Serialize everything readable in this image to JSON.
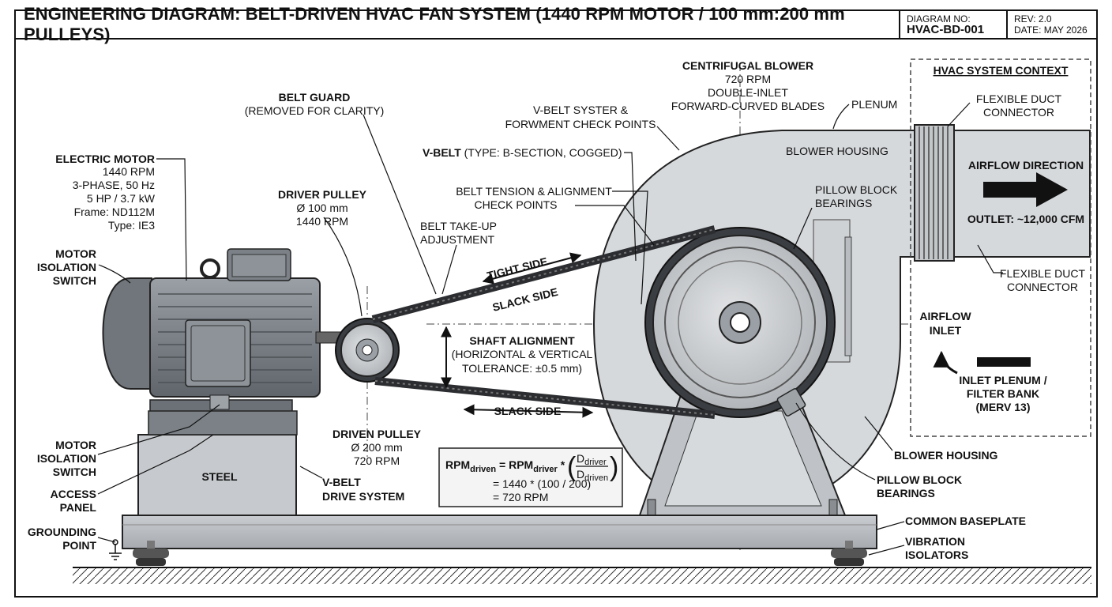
{
  "header": {
    "title": "ENGINEERING DIAGRAM: BELT-DRIVEN HVAC FAN SYSTEM (1440 RPM MOTOR / 100 mm:200 mm PULLEYS)",
    "diagram_no_label": "DIAGRAM NO:",
    "diagram_no": "HVAC-BD-001",
    "rev": "REV: 2.0",
    "date": "DATE: MAY 2026"
  },
  "motor": {
    "title": "ELECTRIC MOTOR",
    "specs": [
      "1440 RPM",
      "3-PHASE, 50 Hz",
      "5 HP / 3.7 kW",
      "Frame: ND112M",
      "Type: IE3"
    ],
    "isolation_switch_top": [
      "MOTOR",
      "ISOLATION",
      "SWITCH"
    ],
    "isolation_switch_bottom": [
      "MOTOR",
      "ISOLATION",
      "SWITCH"
    ],
    "access_panel": [
      "ACCESS",
      "PANEL"
    ],
    "grounding": [
      "GROUNDING",
      "POINT"
    ],
    "steel": "STEEL"
  },
  "belt_guard": [
    "BELT GUARD",
    "(REMOVED FOR CLARITY)"
  ],
  "driver_pulley": [
    "DRIVER PULLEY",
    "Ø 100 mm",
    "1440 RPM"
  ],
  "take_up": [
    "BELT TAKE-UP",
    "ADJUSTMENT"
  ],
  "vbelt_type": {
    "bold": "V-BELT",
    "rest": " (TYPE: B-SECTION, COGGED)"
  },
  "vbelt_syster": [
    "V-BELT SYSTER &",
    "FORWMENT CHECK POINTS"
  ],
  "tension_check": [
    "BELT TENSION & ALIGNMENT",
    "CHECK POINTS"
  ],
  "tight_side": "TIGHT SIDE",
  "slack_side_top": "SLACK SIDE",
  "slack_side_bottom": "SLACK SIDE",
  "shaft_alignment": [
    "SHAFT ALIGNMENT",
    "(HORIZONTAL & VERTICAL",
    "TOLERANCE: ±0.5 mm)"
  ],
  "driven_pulley": [
    "DRIVEN PULLEY",
    "Ø 200 mm",
    "720 RPM"
  ],
  "vbelt_drive": [
    "V-BELT",
    "DRIVE SYSTEM"
  ],
  "formula": {
    "rpm": "RPM",
    "driven": "driven",
    "driver": "driver",
    "eq": " = ",
    "mul": " * ",
    "d": "D",
    "line2": "= 1440 * (100 / 200)",
    "line3": "= 720 RPM"
  },
  "blower": {
    "title": "CENTRIFUGAL BLOWER",
    "specs": [
      "720 RPM",
      "DOUBLE-INLET",
      "FORWARD-CURVED BLADES"
    ],
    "housing_label": "BLOWER HOUSING",
    "pillow_top": [
      "PILLOW BLOCK",
      "BEARINGS"
    ],
    "housing_right": "BLOWER HOUSING",
    "pillow_bottom": [
      "PILLOW BLOCK",
      "BEARINGS"
    ],
    "plenum": "PLENUM",
    "baseplate": "COMMON BASEPLATE",
    "isolators": [
      "VIBRATION",
      "ISOLATORS"
    ]
  },
  "context": {
    "title": "HVAC SYSTEM CONTEXT",
    "flex_top": [
      "FLEXIBLE DUCT",
      "CONNECTOR"
    ],
    "airflow_direction": "AIRFLOW DIRECTION",
    "outlet": "OUTLET: ~12,000 CFM",
    "flex_bottom": [
      "FLEXIBLE DUCT",
      "CONNECTOR"
    ],
    "airflow_inlet": [
      "AIRFLOW",
      "INLET"
    ],
    "inlet_plenum": [
      "INLET PLENUM /",
      "FILTER BANK",
      "(MERV 13)"
    ]
  }
}
